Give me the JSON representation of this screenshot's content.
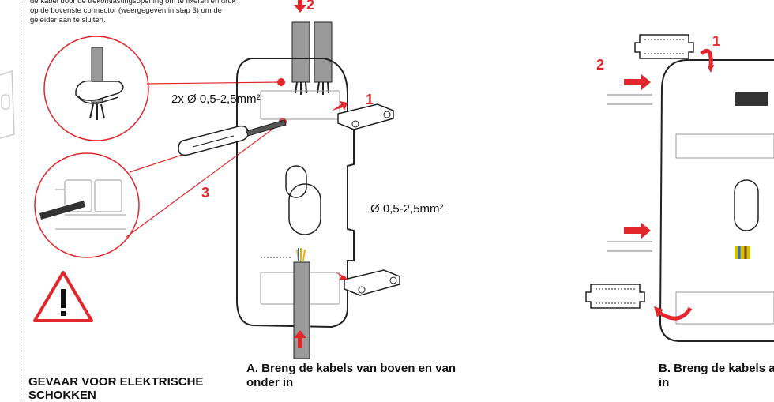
{
  "instructions": {
    "text": "de kabel door de trekontlastingsopening om te fixeren en druk op de bovenste connector (weergegeven in stap 3) om de geleider aan te sluiten."
  },
  "warning": {
    "icon": "warning-triangle-icon",
    "title": "GEVAAR VOOR ELEKTRISCHE SCHOKKEN"
  },
  "diagram_a": {
    "wire_label_top": "2x Ø 0,5-2,5mm²",
    "wire_label_right": "Ø 0,5-2,5mm²",
    "step_top_arrow": "2",
    "step_clip": "1",
    "step_detail": "3",
    "caption": "A. Breng de kabels van boven en van onder in"
  },
  "diagram_b": {
    "step_1": "1",
    "step_2": "2",
    "caption": "B. Breng de kabels achter in"
  },
  "colors": {
    "accent_red": "#e3262c",
    "outline": "#222222",
    "cable_grey": "#9a9a9a",
    "dark_cable": "#555555"
  }
}
